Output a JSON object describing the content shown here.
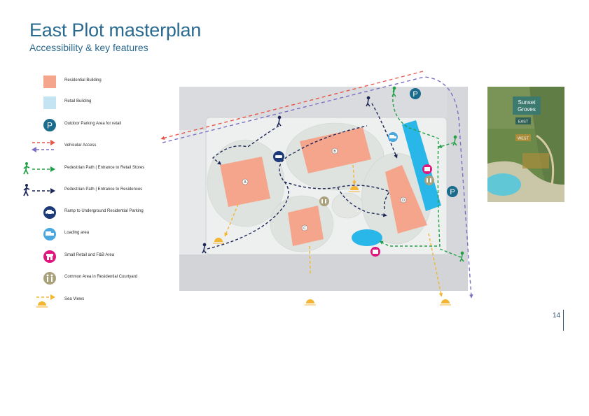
{
  "page": {
    "title": "East Plot masterplan",
    "subtitle": "Accessibility & key features",
    "page_number": "14"
  },
  "legend": {
    "residential": "Residential Building",
    "retail": "Retail Building",
    "parking": "Outdoor Parking Area for retail",
    "vehicular": "Vehicular Access",
    "ped_retail": "Pedestrian Path | Entrance to Retail Stores",
    "ped_res": "Pedestrian Path | Entrance to Residences",
    "ramp": "Ramp to Underground Residential Parking",
    "loading": "Loading area",
    "small_retail": "Small Retail and F&B Area",
    "common": "Common Area in Residential Courtyard",
    "sea": "Sea Views",
    "parking_letter": "P"
  },
  "map": {
    "buildings": {
      "a": "A",
      "b": "B",
      "c": "C",
      "d": "D"
    },
    "parking_letter": "P"
  },
  "locator": {
    "name_line1": "Sunset",
    "name_line2": "Groves",
    "east": "EAST",
    "west": "WEST"
  },
  "colors": {
    "residential": "#f4a58b",
    "retail": "#c4e4f4",
    "retail_map": "#29b6e8",
    "parking": "#1b6b8c",
    "vehicular_red": "#e8554a",
    "vehicular_purple": "#7a6fc4",
    "ped_green": "#21a047",
    "ped_navy": "#1d2757",
    "loading": "#4aa8e0",
    "small_retail": "#e0167f",
    "common": "#a9a17c",
    "sea": "#f3b634"
  }
}
